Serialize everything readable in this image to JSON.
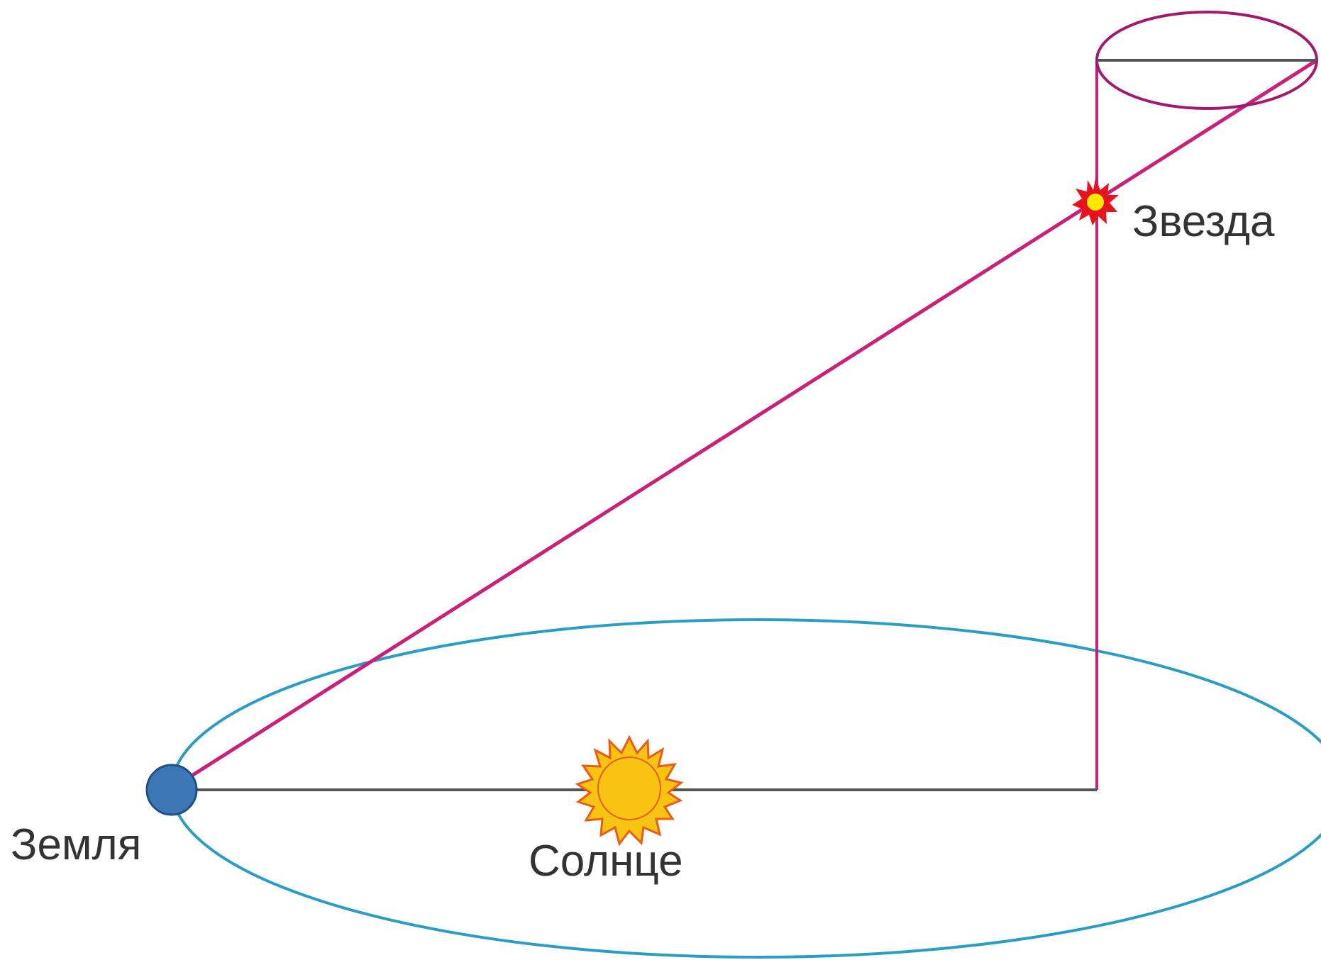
{
  "labels": {
    "earth": "Земля",
    "sun": "Солнце",
    "star": "Звезда"
  },
  "colors": {
    "orbit": "#2a9dc4",
    "sightline": "#cc1f7a",
    "baseline": "#555555",
    "earth_fill": "#3c76b5",
    "sun_fill": "#f7c412",
    "sun_rays": "#f05a14",
    "star_rays": "#e8121d",
    "star_core": "#ffe800",
    "text": "#333333"
  }
}
